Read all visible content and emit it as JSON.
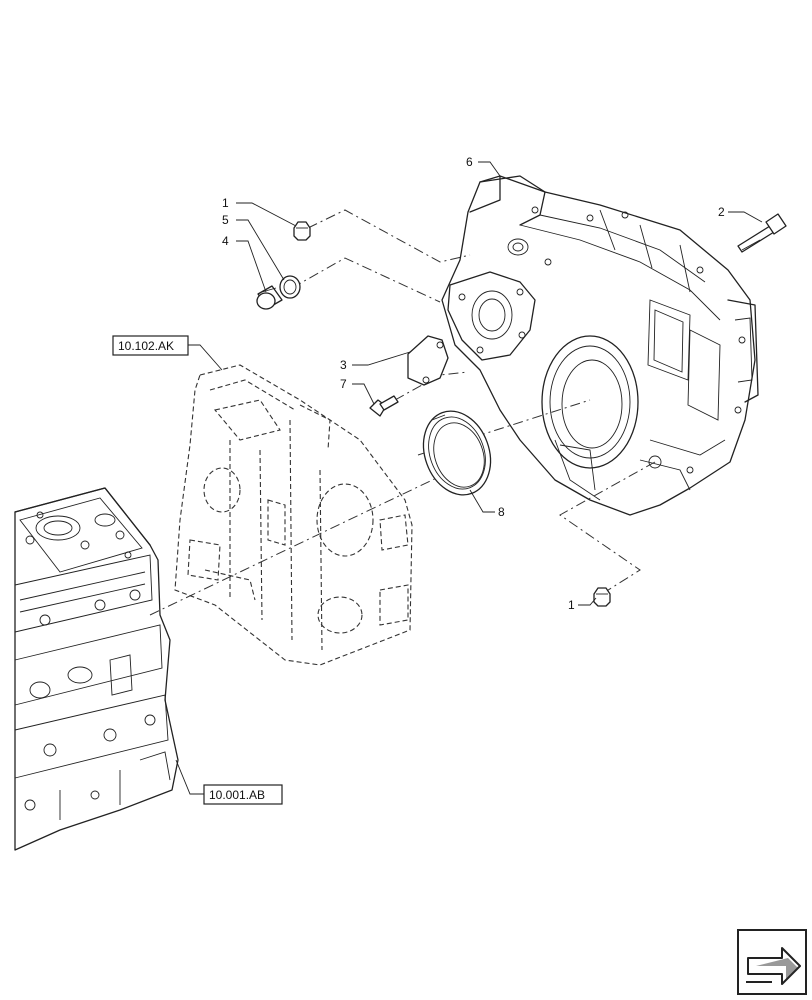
{
  "callouts": {
    "c1a": "1",
    "c1b": "1",
    "c2": "2",
    "c3": "3",
    "c4": "4",
    "c5": "5",
    "c6": "6",
    "c7": "7",
    "c8": "8"
  },
  "references": {
    "front_cover": "10.102.AK",
    "engine_block": "10.001.AB"
  },
  "nav_icon": "next-page-arrow-icon"
}
